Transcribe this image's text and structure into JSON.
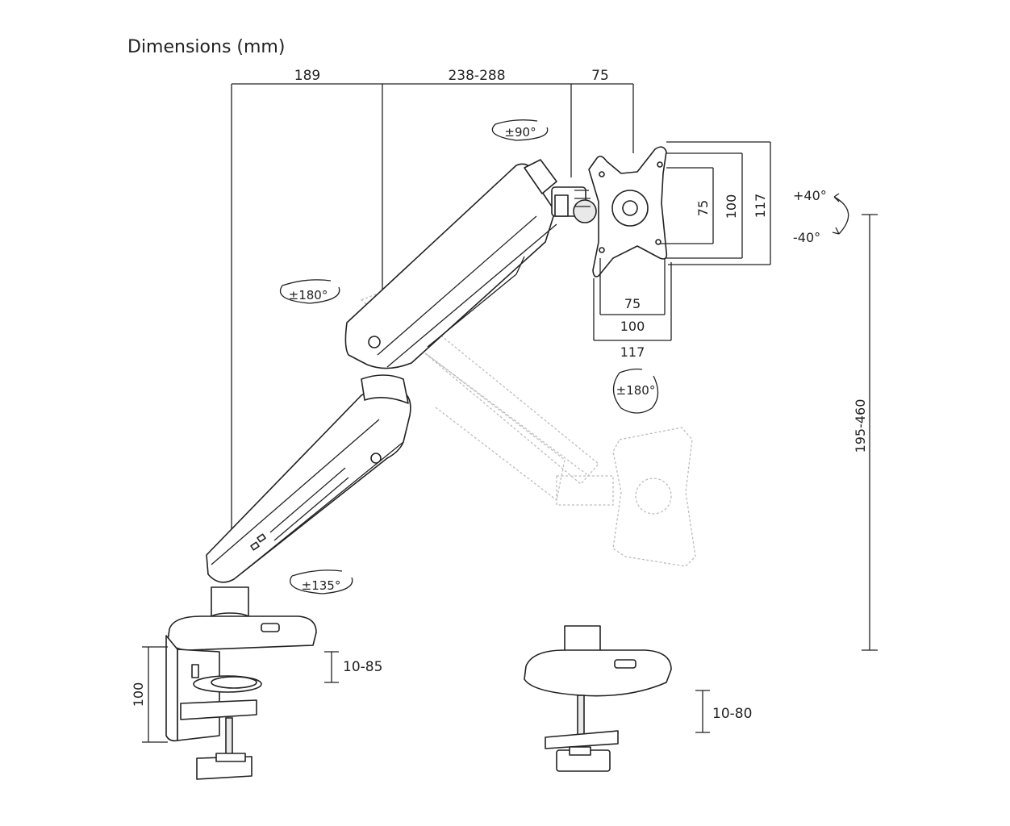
{
  "title": "Dimensions (mm)",
  "top_dims": [
    "189",
    "238-288",
    "75"
  ],
  "vesa": {
    "h_inner": "75",
    "h_mid": "100",
    "h_outer": "117",
    "v_inner": "75",
    "v_mid": "100",
    "v_outer": "117"
  },
  "height_range": "195-460",
  "clamp_height": "100",
  "desk_thickness_clamp": "10-85",
  "desk_thickness_grommet": "10-80",
  "rotations": {
    "head_swivel": "±90°",
    "tilt_up": "+40°",
    "tilt_down": "-40°",
    "elbow": "±180°",
    "screen_rotation": "±180°",
    "base": "±135°"
  },
  "colors": {
    "line": "#222222",
    "ghost": "#bdbdbd",
    "fill": "#ffffff"
  }
}
